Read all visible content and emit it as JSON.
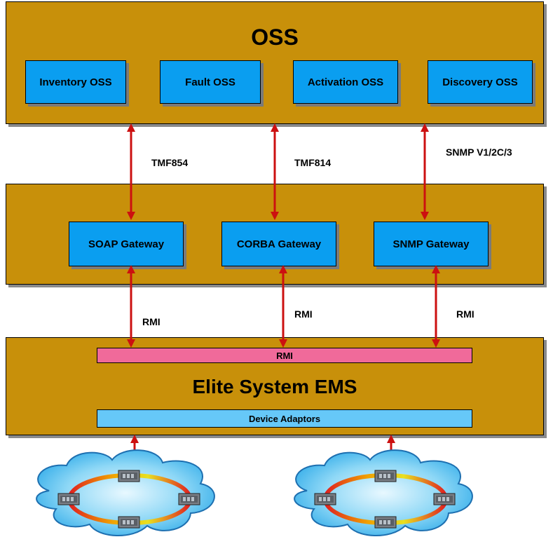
{
  "oss_layer": {
    "title": "OSS",
    "modules": [
      "Inventory OSS",
      "Fault OSS",
      "Activation OSS",
      "Discovery OSS"
    ]
  },
  "interfaces": {
    "northbound": [
      "TMF854",
      "TMF814",
      "SNMP V1/2C/3"
    ],
    "southbound": [
      "RMI",
      "RMI",
      "RMI"
    ]
  },
  "gateway_layer": {
    "gateways": [
      "SOAP Gateway",
      "CORBA Gateway",
      "SNMP Gateway"
    ]
  },
  "ems_layer": {
    "rmi_bus": "RMI",
    "title": "Elite System EMS",
    "adaptors": "Device Adaptors"
  },
  "colors": {
    "panel": "#c8900a",
    "module": "#0a9ef0",
    "rmi_bus": "#f06a9a",
    "adaptor_bar": "#66c8f8",
    "arrow": "#cc1010"
  }
}
